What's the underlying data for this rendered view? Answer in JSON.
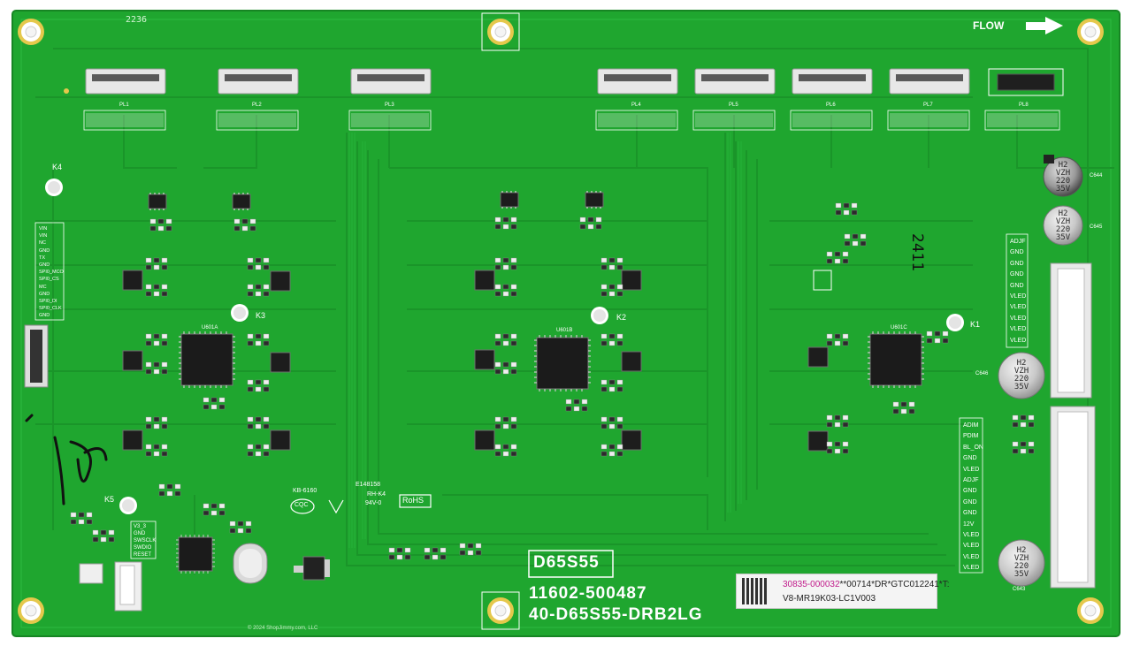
{
  "board": {
    "board_code": "2236",
    "flow_label": "FLOW",
    "model_box": "D65S55",
    "part_number": "11602-500487",
    "board_number": "40-D65S55-DRB2LG",
    "hand_note_left": "\\",
    "hand_note_right": "2411",
    "marking_kb": "KB-6160",
    "marking_e": "E148158",
    "marking_rh": "RH-K4",
    "marking_94v": "94V-0",
    "marking_rohs": "RoHS",
    "marking_cqc": "CQC",
    "copyright": "© 2024 ShopJimmy.com, LLC"
  },
  "sticker": {
    "line1_highlight": "30835-000032",
    "line1_rest": "**00714*DR*GTC012241*T:",
    "line2": "V8-MR19K03-LC1V003"
  },
  "mount_holes": [
    "K1",
    "K2",
    "K3",
    "K4",
    "K5"
  ],
  "connectors_top": [
    "PL1",
    "PL2",
    "PL3",
    "PL4",
    "PL5",
    "PL6",
    "PL7",
    "PL8"
  ],
  "ics": [
    "U601A",
    "U601B",
    "U601C"
  ],
  "capacitors": [
    {
      "ref": "C644",
      "text": [
        "H2",
        "VZH",
        "220",
        "35V"
      ]
    },
    {
      "ref": "C645",
      "text": [
        "H2",
        "VZH",
        "220",
        "35V"
      ]
    },
    {
      "ref": "C646",
      "text": [
        "H2",
        "VZH",
        "220",
        "35V"
      ]
    },
    {
      "ref": "C643",
      "text": [
        "H2",
        "VZH",
        "220",
        "35V"
      ]
    }
  ],
  "pins_p602": [
    "ADJF",
    "GND",
    "GND",
    "GND",
    "GND",
    "VLED",
    "VLED",
    "VLED",
    "VLED",
    "VLED"
  ],
  "pins_p601": [
    "ADIM",
    "PDIM",
    "BL_ON",
    "GND",
    "VLED",
    "ADJF",
    "GND",
    "GND",
    "GND",
    "12V",
    "VLED",
    "VLED",
    "VLED",
    "VLED"
  ],
  "pins_p603": [
    "VIN",
    "VIN",
    "NC",
    "GND",
    "TX",
    "GND",
    "SPI0_MCO",
    "SPI0_CS",
    "MC",
    "GND",
    "SPI0_DI",
    "SPI0_CLK",
    "GND"
  ],
  "prog_header": [
    "V3_3",
    "GND",
    "SWSCLK",
    "SWDIO",
    "RESET"
  ],
  "colors": {
    "board": "#1fa62f",
    "board_edge": "#178a24",
    "silk": "#ffffff",
    "pad": "#e8d38a",
    "ic": "#1a1a1a",
    "cap_body": "#cfcfcf"
  }
}
